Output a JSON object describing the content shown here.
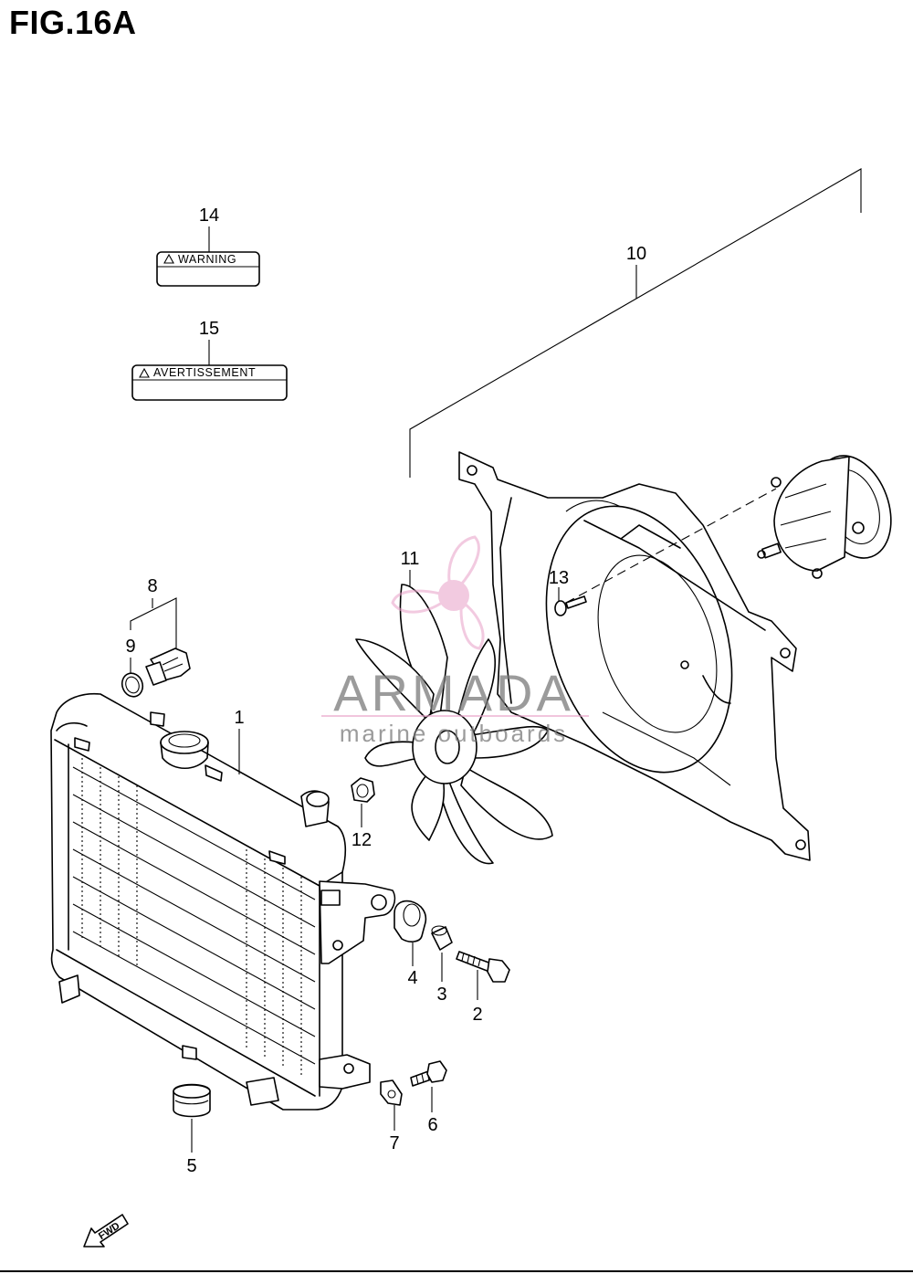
{
  "figure": {
    "title": "FIG.16A"
  },
  "labels": {
    "warning": "WARNING",
    "avertissement": "AVERTISSEMENT"
  },
  "callouts": [
    "1",
    "2",
    "3",
    "4",
    "5",
    "6",
    "7",
    "8",
    "9",
    "10",
    "11",
    "12",
    "13",
    "14",
    "15"
  ],
  "watermark": {
    "brand": "ARMADA",
    "tagline": "marine outboards"
  },
  "direction": {
    "fwd": "FWD"
  }
}
